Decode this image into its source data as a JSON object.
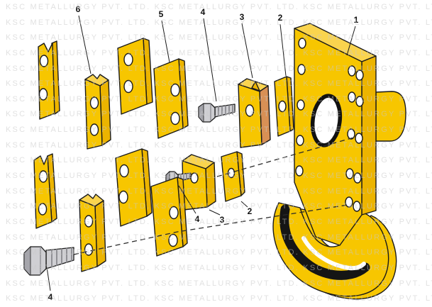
{
  "watermark": {
    "text": "KSC METALLURGY PVT. LTD.",
    "rows": 20,
    "repeats_per_row": 4,
    "color": "rgba(200,200,200,0.55)"
  },
  "callouts": {
    "top": [
      {
        "label": "6"
      },
      {
        "label": "5"
      },
      {
        "label": "4"
      },
      {
        "label": "3"
      },
      {
        "label": "2"
      },
      {
        "label": "1"
      }
    ],
    "middle": [
      {
        "label": "4"
      },
      {
        "label": "3"
      },
      {
        "label": "2"
      }
    ],
    "bottom": [
      {
        "label": "4"
      }
    ]
  },
  "colors": {
    "part_face": "#F7C600",
    "part_top": "#FAD44E",
    "part_side": "#ECB400",
    "part_side_orange": "#D89055",
    "bolt_light": "#CFCFD3",
    "bolt_dark": "#A5A5AB",
    "bolt_shadow": "#85858A",
    "outline": "#1A1A1A"
  }
}
